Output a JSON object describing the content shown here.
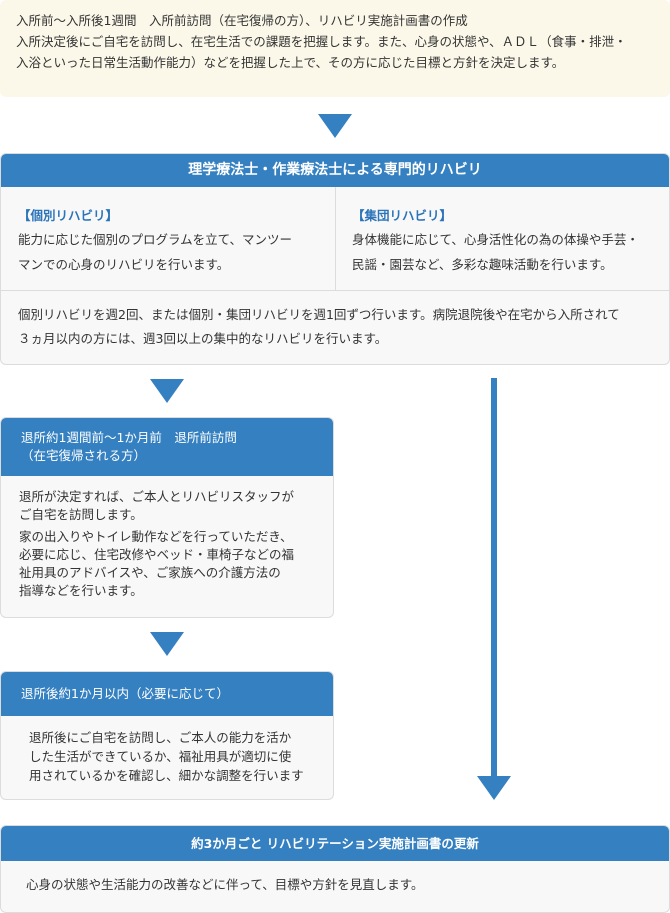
{
  "intro": {
    "title": "入所前〜入所後1週間　入所前訪問（在宅復帰の方）、リハビリ実施計画書の作成",
    "lines": [
      "入所決定後にご自宅を訪問し、在宅生活での課題を把握します。また、心身の状態や、ＡＤＬ（食事・排泄・",
      "入浴といった日常生活動作能力）などを把握した上で、その方に応じた目標と方針を決定します。"
    ]
  },
  "rehab": {
    "header": "理学療法士・作業療法士による専門的リハビリ",
    "individual": {
      "title": "【個別リハビリ】",
      "lines": [
        "能力に応じた個別のプログラムを立て、マンツー",
        "マンでの心身のリハビリを行います。"
      ]
    },
    "group": {
      "title": "【集団リハビリ】",
      "lines": [
        "身体機能に応じて、心身活性化の為の体操や手芸・",
        "民謡・園芸など、多彩な趣味活動を行います。"
      ]
    },
    "footer_lines": [
      "個別リハビリを週2回、または個別・集団リハビリを週1回ずつ行います。病院退院後や在宅から入所されて",
      "３ヵ月以内の方には、週3回以上の集中的なリハビリを行います。"
    ]
  },
  "pre_discharge": {
    "header_lines": [
      "退所約1週間前〜1か月前　退所前訪問",
      "（在宅復帰される方）"
    ],
    "para1": [
      "退所が決定すれば、ご本人とリハビリスタッフが",
      "ご自宅を訪問します。"
    ],
    "para2": [
      "家の出入りやトイレ動作などを行っていただき、",
      "必要に応じ、住宅改修やベッド・車椅子などの福",
      "祉用具のアドバイスや、ご家族への介護方法の",
      "指導などを行います。"
    ]
  },
  "post_discharge": {
    "header": "退所後約1か月以内（必要に応じて）",
    "lines": [
      "退所後にご自宅を訪問し、ご本人の能力を活か",
      "した生活ができているか、福祉用具が適切に使",
      "用されているかを確認し、細かな調整を行います"
    ]
  },
  "update": {
    "header": "約3か月ごと リハビリテーション実施計画書の更新",
    "text": "心身の状態や生活能力の改善などに伴って、目標や方針を見直します。"
  },
  "colors": {
    "accent": "#3580c1",
    "intro_bg": "#fbf8ea",
    "card_bg": "#f8f8f8",
    "title_blue": "#2b74b9"
  }
}
